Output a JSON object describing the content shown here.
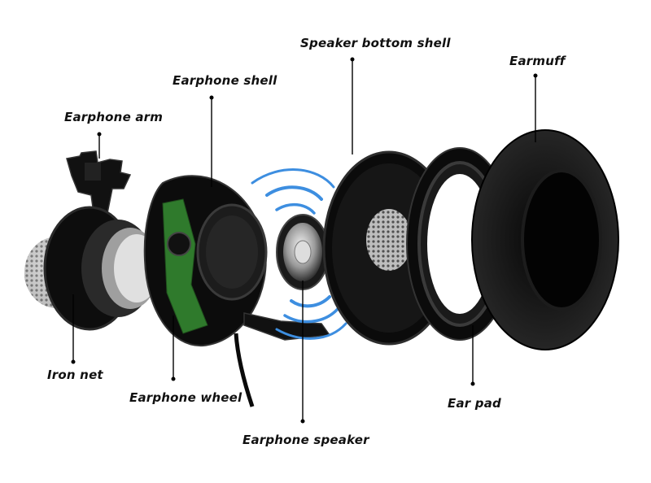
{
  "colors": {
    "background": "#ffffff",
    "part_dark": "#0b0b0b",
    "part_mid": "#2a2a2a",
    "pcb_green": "#2f7a2c",
    "sound_wave_blue": "#3d8ee0",
    "leader_line": "#000000"
  },
  "labels": {
    "speaker_bottom_shell": "Speaker bottom shell",
    "earmuff": "Earmuff",
    "earphone_shell": "Earphone shell",
    "earphone_arm": "Earphone arm",
    "iron_net": "Iron net",
    "earphone_wheel": "Earphone wheel",
    "earphone_speaker": "Earphone speaker",
    "ear_pad": "Ear pad"
  }
}
